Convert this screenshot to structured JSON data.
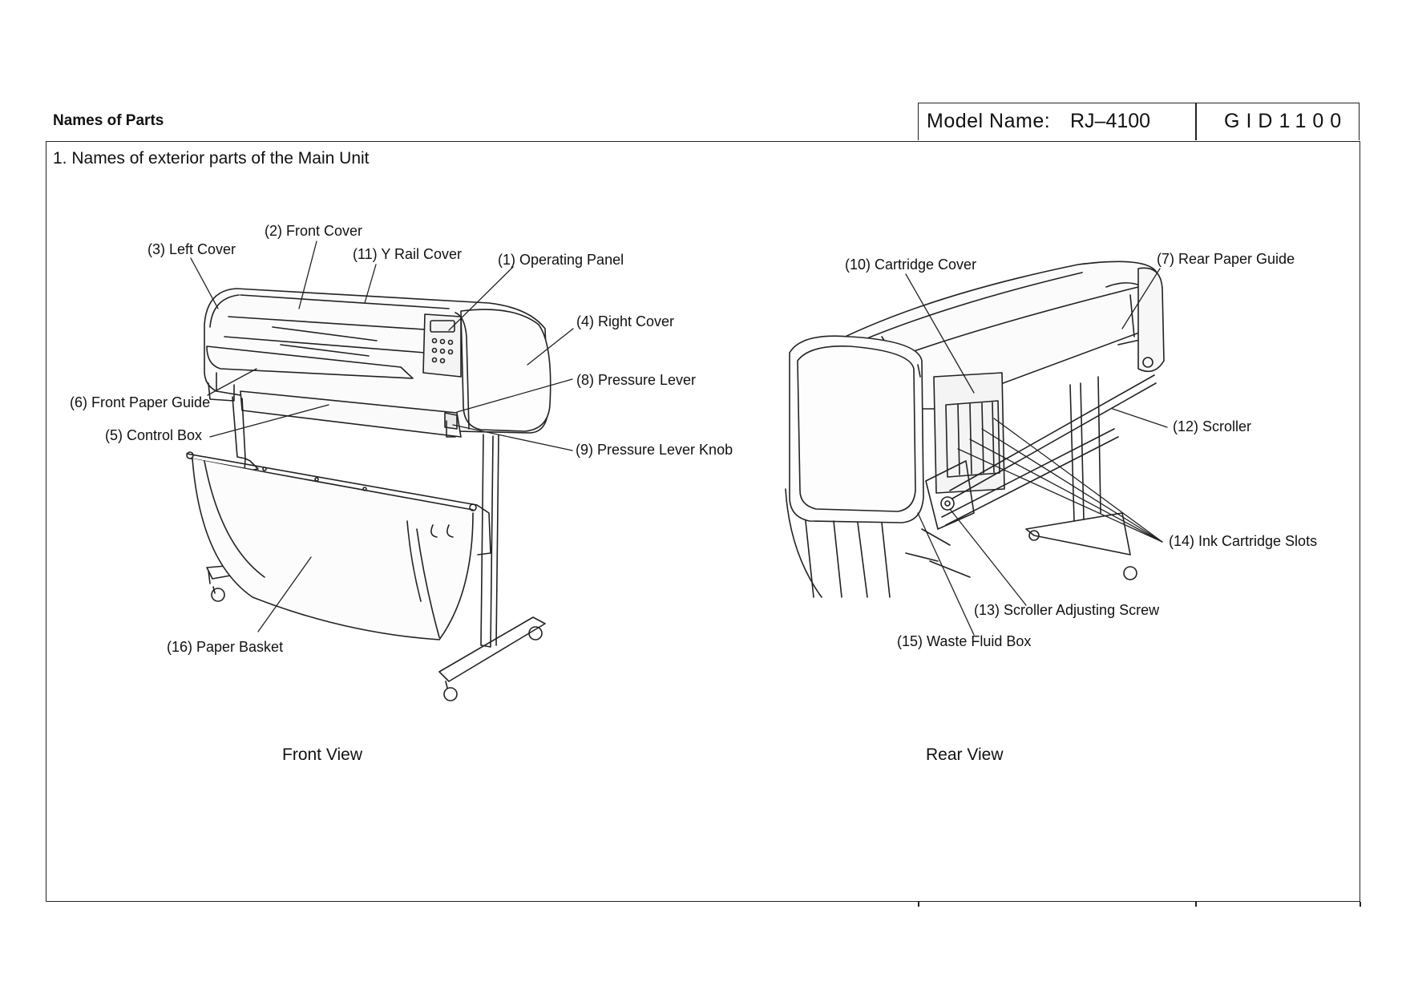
{
  "header": {
    "title": "Names of Parts",
    "model_label": "Model Name:",
    "model_value": "RJ–4100",
    "doc_code": "GID1100"
  },
  "section_heading": "1. Names of exterior parts of the Main Unit",
  "front_view": {
    "caption": "Front View",
    "labels": {
      "p1": "(1) Operating Panel",
      "p2": "(2) Front Cover",
      "p3": "(3) Left Cover",
      "p4": "(4) Right Cover",
      "p5": "(5) Control Box",
      "p6": "(6) Front Paper Guide",
      "p8": "(8) Pressure Lever",
      "p9": "(9) Pressure Lever Knob",
      "p11": "(11) Y Rail Cover",
      "p16": "(16) Paper Basket"
    }
  },
  "rear_view": {
    "caption": "Rear View",
    "labels": {
      "p7": "(7) Rear Paper Guide",
      "p10": "(10) Cartridge Cover",
      "p12": "(12) Scroller",
      "p13": "(13) Scroller Adjusting Screw",
      "p14": "(14) Ink Cartridge Slots",
      "p15": "(15) Waste Fluid Box"
    }
  }
}
